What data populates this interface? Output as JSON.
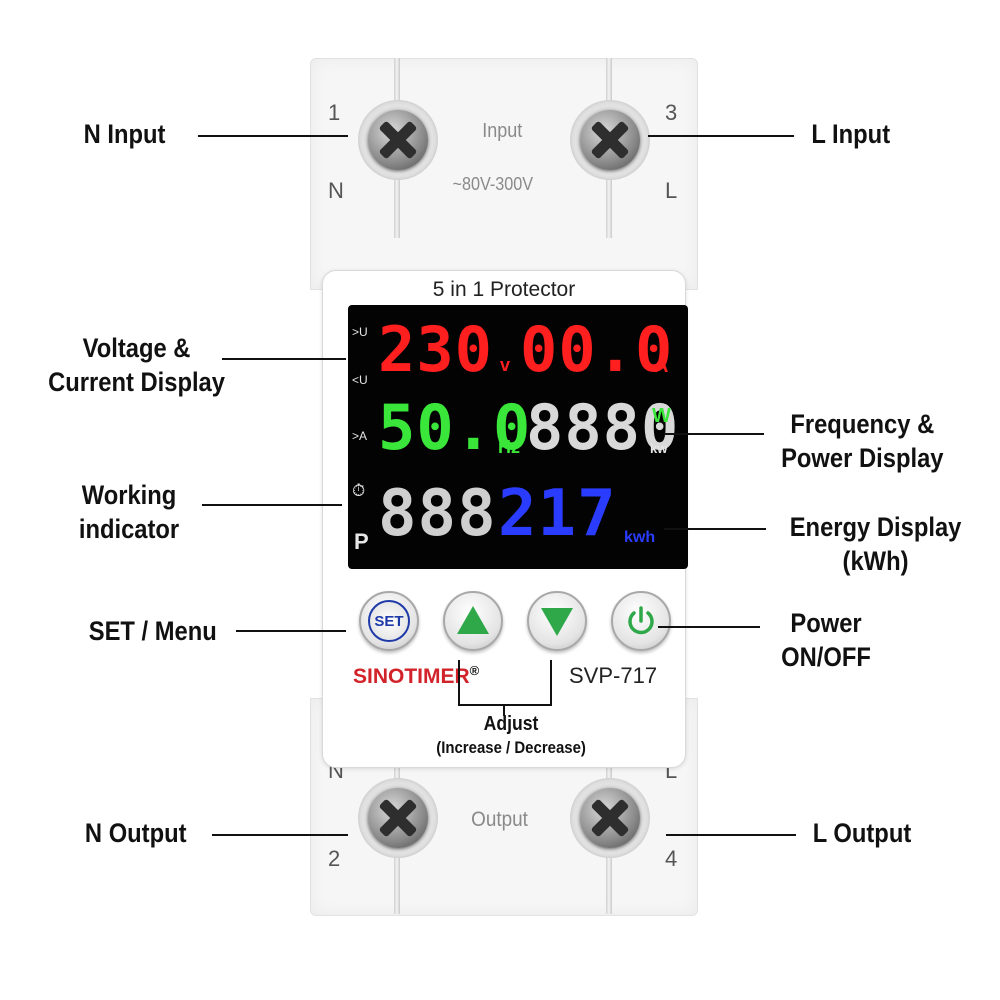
{
  "callouts": {
    "n_input": "N Input",
    "l_input": "L Input",
    "voltage_current_1": "Voltage &",
    "voltage_current_2": "Current Display",
    "freq_power_1": "Frequency &",
    "freq_power_2": "Power Display",
    "working_1": "Working",
    "working_2": "indicator",
    "energy_1": "Energy Display",
    "energy_2": "(kWh)",
    "set_menu": "SET / Menu",
    "power_1": "Power",
    "power_2": "ON/OFF",
    "adjust_1": "Adjust",
    "adjust_2": "(Increase / Decrease)",
    "n_output": "N Output",
    "l_output": "L Output"
  },
  "device": {
    "top_terminal_left_num": "1",
    "top_terminal_left_letter": "N",
    "top_terminal_right_num": "3",
    "top_terminal_right_letter": "L",
    "input_label": "Input",
    "input_range": "~80V-300V",
    "bottom_terminal_left_letter": "N",
    "bottom_terminal_left_num": "2",
    "bottom_terminal_right_letter": "L",
    "bottom_terminal_right_num": "4",
    "output_label": "Output",
    "face_title": "5 in 1 Protector",
    "brand": "SINOTIMER",
    "registered": "®",
    "model": "SVP-717",
    "set_button": "SET"
  },
  "lcd": {
    "ind_over_u": ">U",
    "ind_under_u": "<U",
    "ind_over_a": ">A",
    "ind_timer": "⏱",
    "ind_p": "P",
    "voltage": "230",
    "voltage_unit": "v",
    "current": "00.0",
    "current_unit": "A",
    "frequency": "50.0",
    "frequency_unit": "Hz",
    "power": "8880",
    "power_unit_w": "W",
    "power_unit_kw": "kw",
    "energy_dim": "888",
    "energy_lit": "217",
    "energy_unit": "kwh"
  },
  "colors": {
    "voltage": "#ff1f1f",
    "current": "#ff1f1f",
    "frequency": "#39e639",
    "power": "#d9d9d9",
    "power_unit": "#39e639",
    "energy": "#2a3cff",
    "brand": "#d2232a",
    "arrow_green": "#2fa84a",
    "set_blue": "#1e3aa8"
  }
}
